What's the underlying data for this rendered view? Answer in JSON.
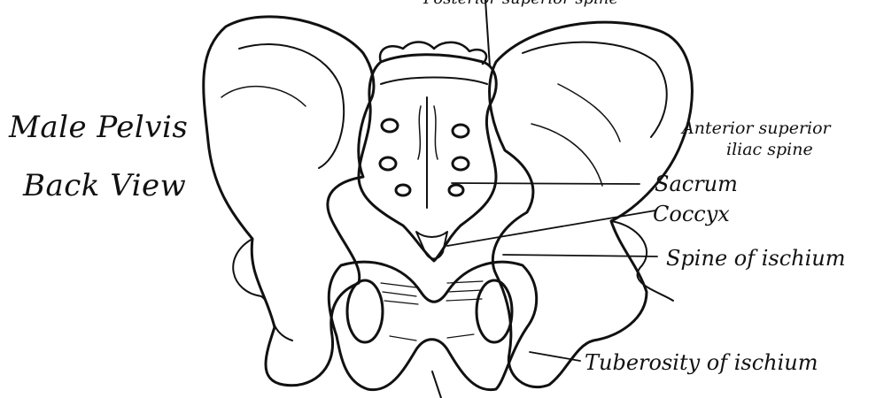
{
  "title": {
    "line1": "Male Pelvis",
    "line2": "Back View"
  },
  "labels": {
    "top_cut": "Posterior superior spine",
    "anterior_line1": "Anterior superior",
    "anterior_line2": "iliac spine",
    "sacrum": "Sacrum",
    "coccyx": "Coccyx",
    "spine_ischium": "Spine of ischium",
    "tuberosity": "Tuberosity of ischium"
  },
  "colors": {
    "ink": "#111111",
    "paper": "#ffffff"
  }
}
